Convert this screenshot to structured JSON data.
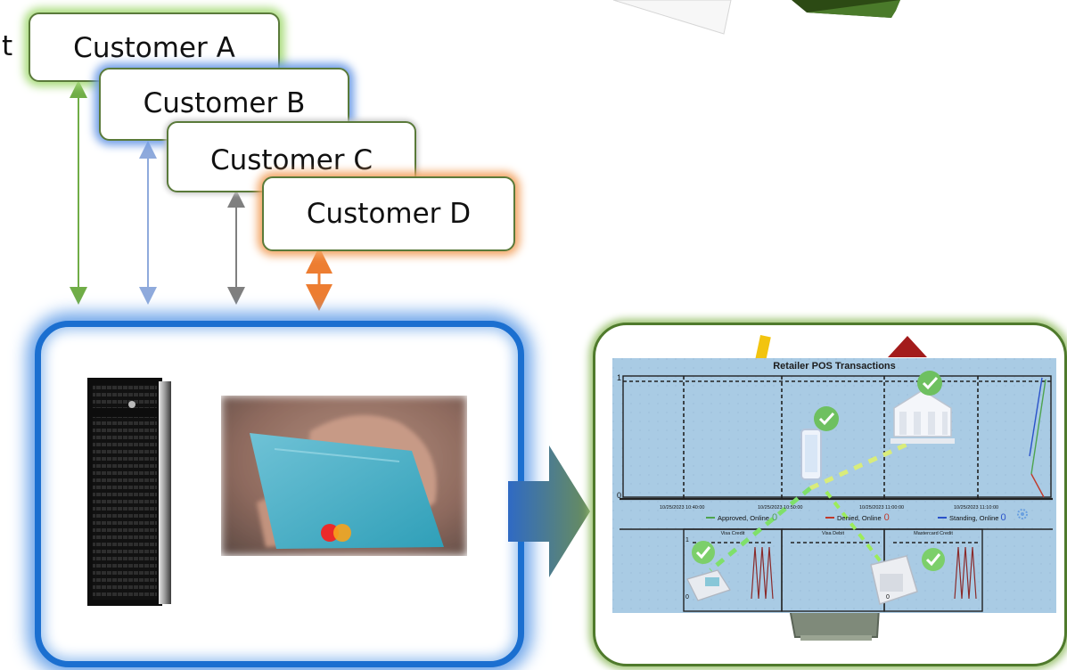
{
  "customers": [
    {
      "name": "Customer A"
    },
    {
      "name": "Customer B"
    },
    {
      "name": "Customer C"
    },
    {
      "name": "Customer D"
    }
  ],
  "stray_char": "t",
  "colors": {
    "customer_a": "#70ad47",
    "customer_b": "#8faadc",
    "customer_c": "#7f7f7f",
    "customer_d": "#ed7d31",
    "processor_frame": "#1b6fd0",
    "dashboard_frame": "#4f7a2c",
    "dashboard_bg": "#a9cbe4"
  },
  "dashboard": {
    "title": "Retailer POS Transactions",
    "y_top": "1",
    "y_bottom": "0",
    "time_ticks": [
      "10/25/2023 10:40:00",
      "10/25/2023 10:50:00",
      "10/25/2023 11:00:00",
      "10/25/2023 11:10:00"
    ],
    "legend": [
      {
        "label": "Approved, Online",
        "count": "0",
        "color": "#4ea44e"
      },
      {
        "label": "Denied, Online",
        "count": "0",
        "color": "#c0392b"
      },
      {
        "label": "Standing, Online",
        "count": "0",
        "color": "#2a52c9"
      }
    ],
    "panels": [
      {
        "title": "Visa Credit",
        "y_top": "1",
        "y_bottom": "0"
      },
      {
        "title": "Visa Debit",
        "y_top": "",
        "y_bottom": ""
      },
      {
        "title": "Mastercard Credit",
        "y_top": "",
        "y_bottom": "0"
      }
    ]
  },
  "icons": [
    "server-icon",
    "credit-card-photo",
    "bank-building-icon",
    "smartphone-icon",
    "pos-terminal-icon",
    "card-reader-icon",
    "checkmark-icon",
    "gear-icon"
  ]
}
